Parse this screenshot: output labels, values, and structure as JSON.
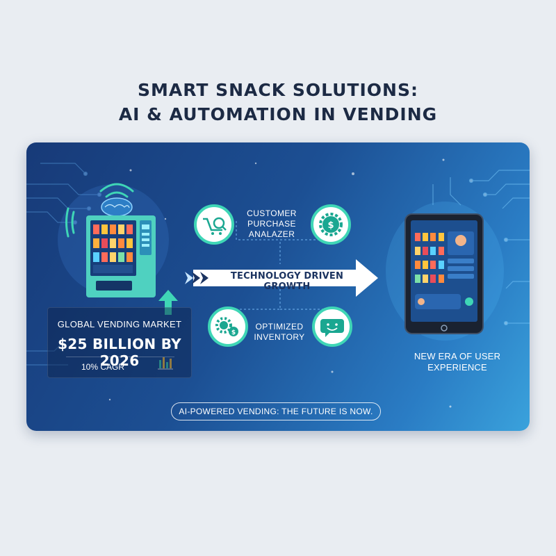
{
  "title": {
    "line1": "SMART SNACK SOLUTIONS:",
    "line2": "AI & AUTOMATION IN VENDING"
  },
  "market": {
    "label": "GLOBAL VENDING MARKET",
    "value": "$25 BILLION BY 2026",
    "cagr": "10% CAGR"
  },
  "features": {
    "analyzer": {
      "line1": "CUSTOMER",
      "line2": "PURCHASE",
      "line3": "ANALAZER"
    },
    "inventory": {
      "line1": "OPTIMIZED",
      "line2": "INVENTORY"
    }
  },
  "flow": {
    "arrow_label": "TECHNOLOGY DRIVEN GROWTH"
  },
  "ux": {
    "line1": "NEW ERA OF USER",
    "line2": "EXPERIENCE"
  },
  "tagline": "AI-POWERED VENDING: THE FUTURE IS NOW.",
  "colors": {
    "accent": "#3fd6b6",
    "card_dark": "#173a78",
    "card_light": "#3aa2dc",
    "title": "#1c2a44"
  },
  "icons": [
    "wifi-signal-icon",
    "brain-icon",
    "vending-machine-icon",
    "growth-arrow-icon",
    "bar-chart-icon",
    "cart-search-icon",
    "gear-dollar-icon",
    "coins-gears-icon",
    "chat-smile-icon",
    "tablet-icon",
    "circuit-lines-icon"
  ]
}
